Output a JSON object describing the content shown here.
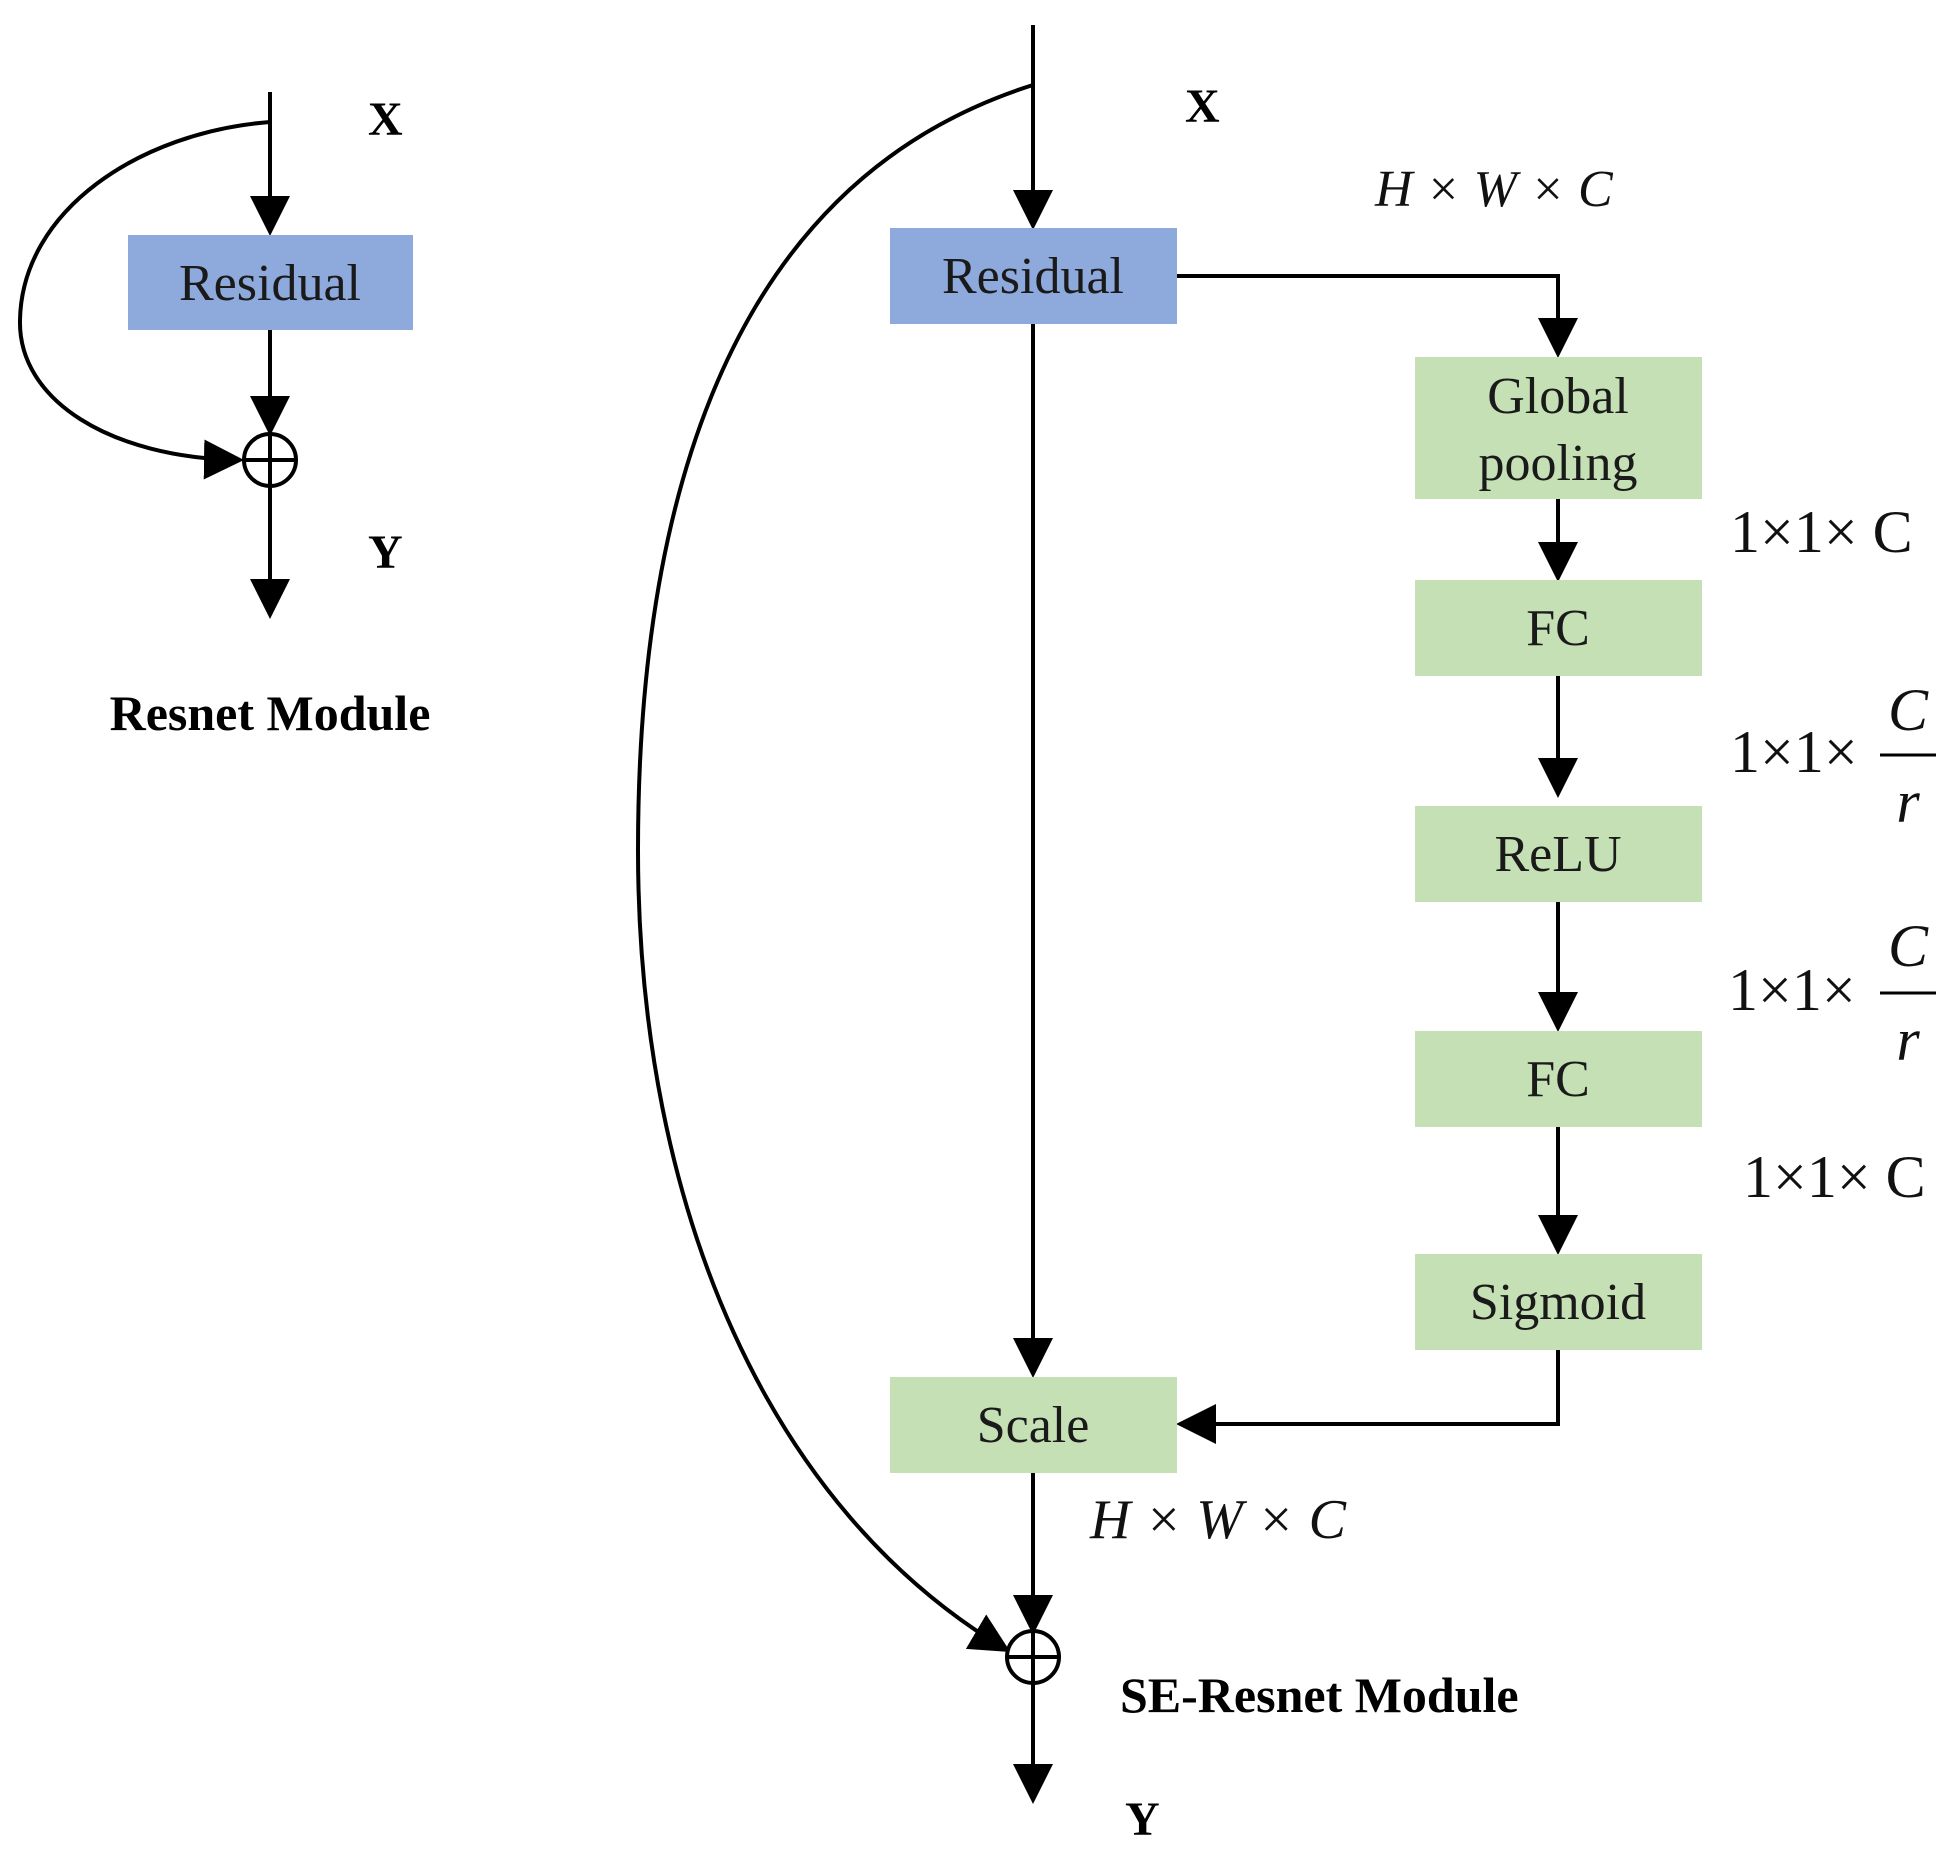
{
  "resnet": {
    "input_label": "X",
    "residual_label": "Residual",
    "output_label": "Y",
    "caption": "Resnet Module"
  },
  "se_resnet": {
    "input_label": "X",
    "residual_label": "Residual",
    "dim_after_residual": "H × W × C",
    "global_pooling_line1": "Global",
    "global_pooling_line2": "pooling",
    "dim_after_pooling": "1×1× C",
    "fc1_label": "FC",
    "dim_after_fc1_prefix": "1×1×",
    "dim_after_fc1_num": "C",
    "dim_after_fc1_den": "r",
    "relu_label": "ReLU",
    "dim_after_relu_prefix": "1×1×",
    "dim_after_relu_num": "C",
    "dim_after_relu_den": "r",
    "fc2_label": "FC",
    "dim_after_fc2": "1×1× C",
    "sigmoid_label": "Sigmoid",
    "scale_label": "Scale",
    "dim_after_scale": "H × W × C",
    "output_label": "Y",
    "caption": "SE-Resnet Module"
  },
  "colors": {
    "residual_box": "#8EA9DB",
    "se_block_box": "#C5E0B4",
    "lines": "#000000"
  }
}
